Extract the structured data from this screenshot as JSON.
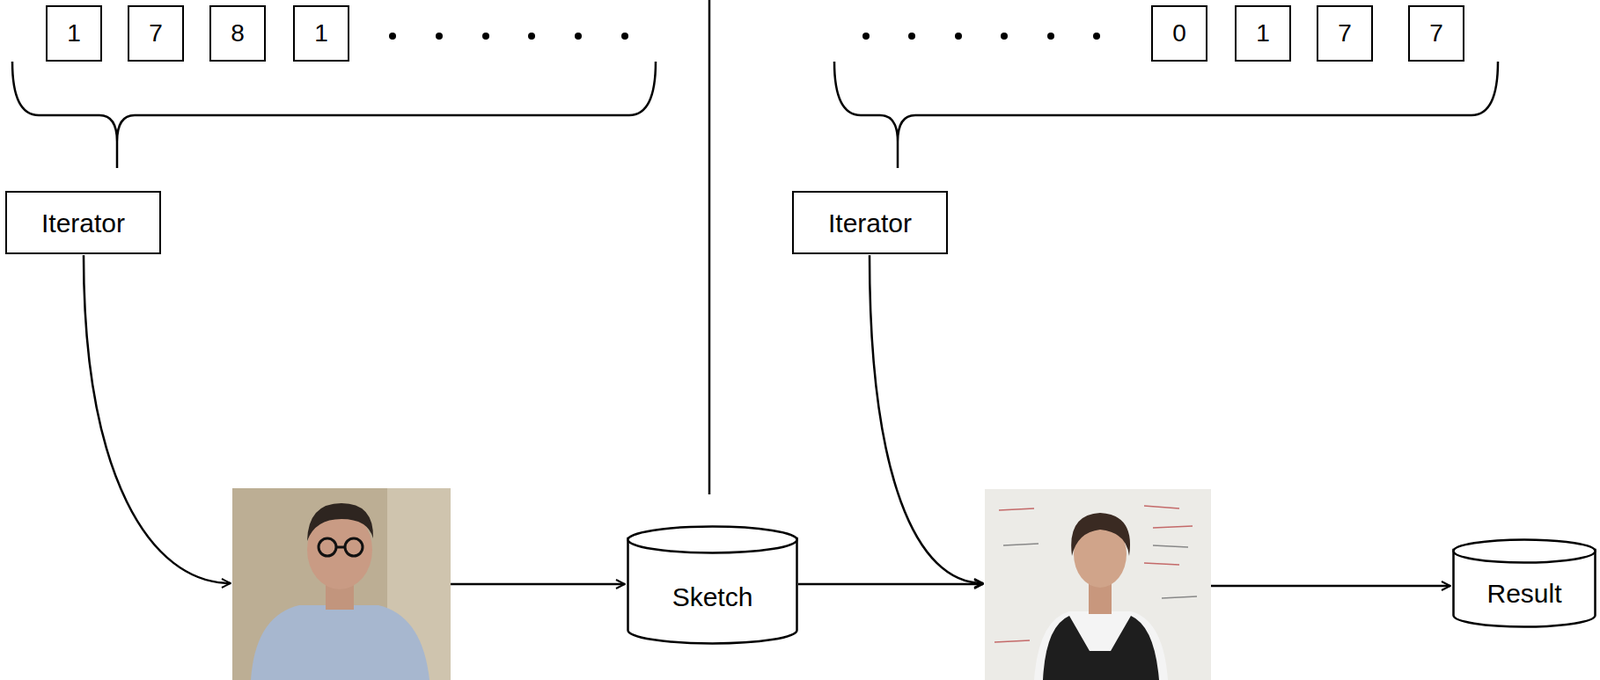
{
  "diagram": {
    "nodes": [
      {
        "text": [
          "1"
        ]
      },
      {
        "text": [
          "7"
        ]
      },
      {
        "text": [
          "8"
        ]
      },
      {
        "text": [
          "1"
        ]
      },
      {
        "text": [
          "0"
        ]
      },
      {
        "text": [
          "1"
        ]
      },
      {
        "text": [
          "7"
        ]
      },
      {
        "text": [
          "7"
        ]
      },
      {
        "text": [
          "Iterator"
        ]
      },
      {
        "text": [
          "Iterator"
        ]
      },
      {
        "text": [
          "Sketch"
        ]
      },
      {
        "text": [
          "Result"
        ]
      }
    ]
  }
}
